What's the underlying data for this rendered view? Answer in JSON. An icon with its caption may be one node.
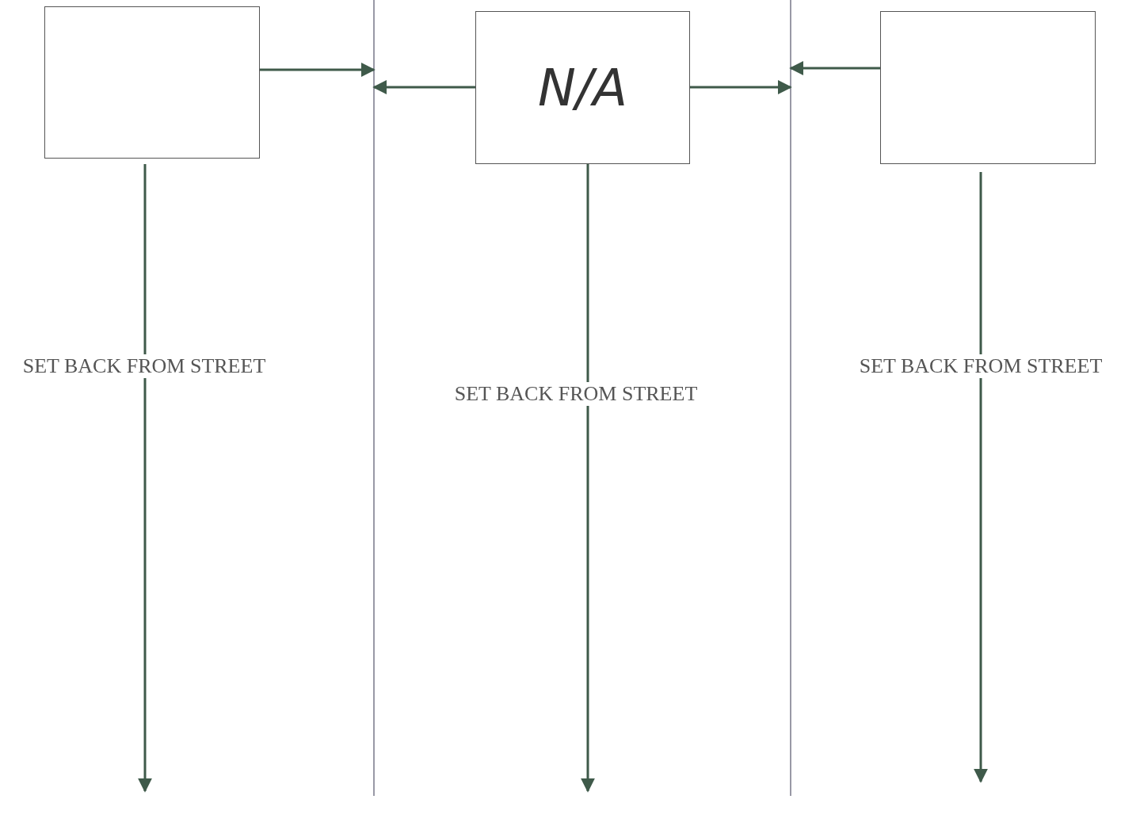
{
  "diagram": {
    "nodes": [
      {
        "text": [],
        "shape": "box"
      },
      {
        "text": [
          "N/A"
        ]
      },
      {
        "text": [],
        "shape": "box"
      }
    ],
    "labels": [
      "SET BACK FROM STREET",
      "SET BACK FROM STREET",
      "SET BACK FROM STREET"
    ]
  }
}
